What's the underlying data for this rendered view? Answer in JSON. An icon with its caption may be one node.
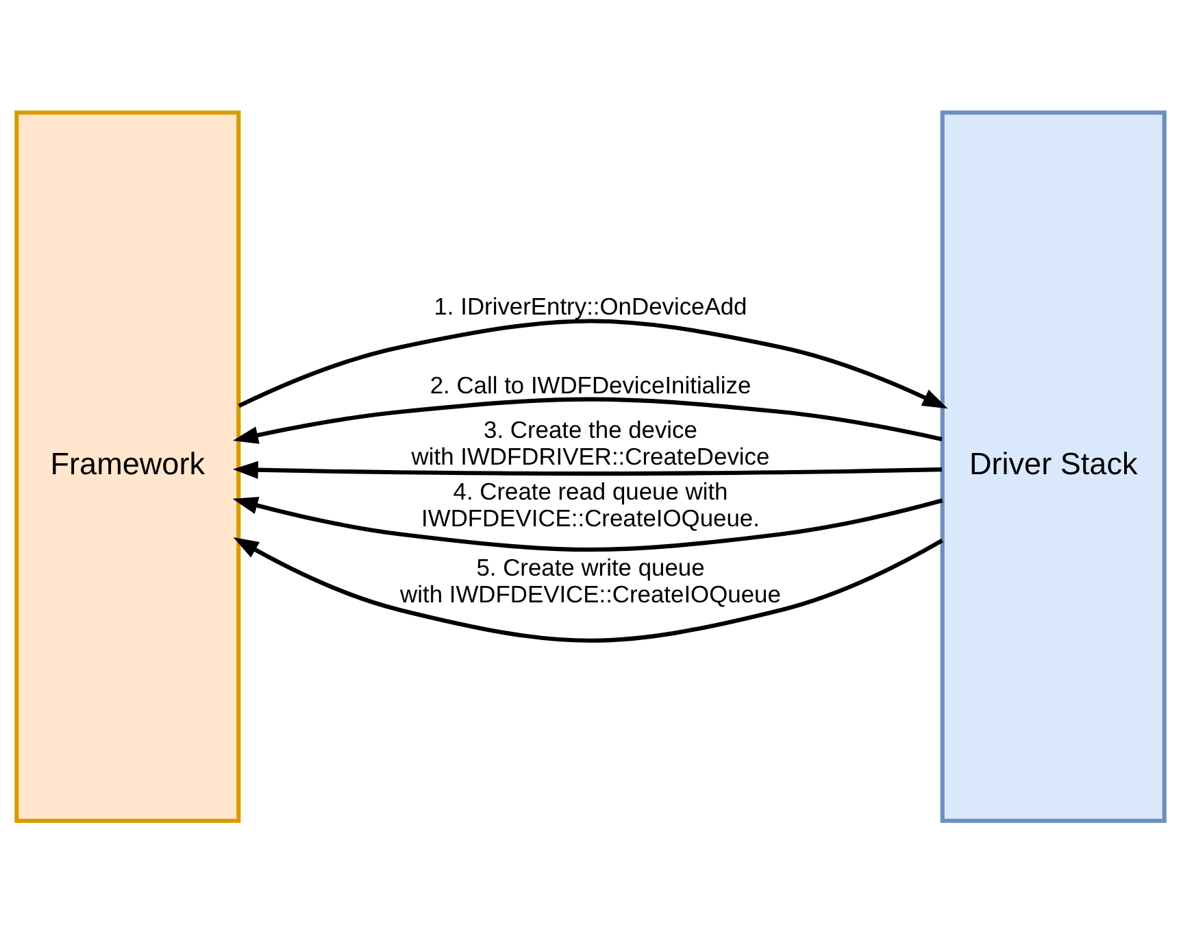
{
  "diagram": {
    "nodes": [
      {
        "text": [
          "Framework"
        ]
      },
      {
        "text": [
          "Driver Stack"
        ]
      }
    ],
    "edges": [
      {
        "from": 0,
        "to": 1,
        "arrow": "to",
        "label": "1. IDriverEntry::OnDeviceAdd"
      },
      {
        "from": 1,
        "to": 0,
        "arrow": "to",
        "label": "2. Call to IWDFDeviceInitialize"
      },
      {
        "from": 1,
        "to": 0,
        "arrow": "to",
        "label": "3. Create the device with IWDFDRIVER::CreateDevice"
      },
      {
        "from": 1,
        "to": 0,
        "arrow": "to",
        "label": "4. Create read queue with IWDFDEVICE::CreateIOQueue."
      },
      {
        "from": 1,
        "to": 0,
        "arrow": "to",
        "label": "5. Create write queue with IWDFDEVICE::CreateIOQueue"
      }
    ]
  }
}
